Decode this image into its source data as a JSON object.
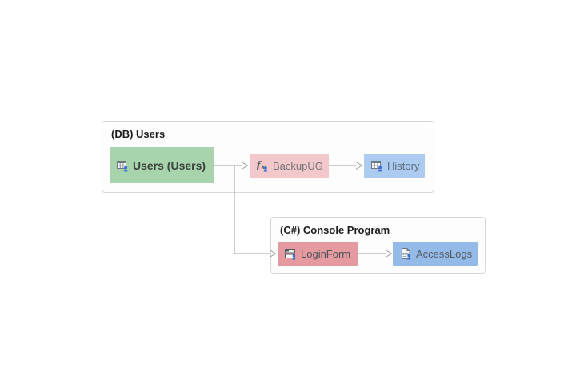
{
  "diagram": {
    "groups": [
      {
        "title": "(DB) Users",
        "nodes": [
          {
            "id": "users",
            "label": "Users (Users)",
            "icon": "table-user-icon",
            "bg": "#a7d4ad"
          },
          {
            "id": "backupug",
            "label": "BackupUG",
            "icon": "function-user-icon",
            "bg": "#f3c8ca"
          },
          {
            "id": "history",
            "label": "History",
            "icon": "table-user-icon",
            "bg": "#abcbf1"
          }
        ]
      },
      {
        "title": "(C#) Console Program",
        "nodes": [
          {
            "id": "loginform",
            "label": "LoginForm",
            "icon": "form-user-icon",
            "bg": "#e59aa0"
          },
          {
            "id": "accesslogs",
            "label": "AccessLogs",
            "icon": "file-user-icon",
            "bg": "#94bae8"
          }
        ]
      }
    ],
    "edges": [
      {
        "from": "Users (Users)",
        "to": "BackupUG"
      },
      {
        "from": "BackupUG",
        "to": "History"
      },
      {
        "from": "Users (Users)",
        "to": "LoginForm"
      },
      {
        "from": "LoginForm",
        "to": "AccessLogs"
      }
    ],
    "edge_color": "#9c9c9c",
    "person_accent_color": "#3a6fd8"
  }
}
